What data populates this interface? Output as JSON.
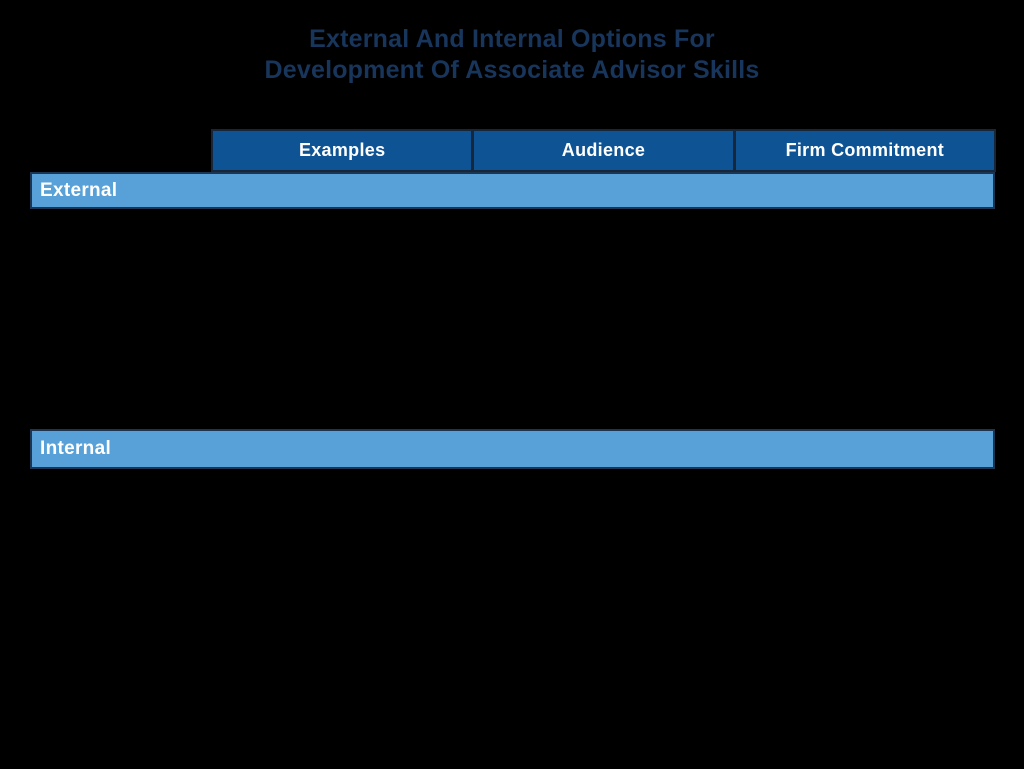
{
  "title": {
    "line1": "External And Internal Options For",
    "line2": "Development Of Associate Advisor Skills"
  },
  "table": {
    "columns": [
      "Examples",
      "Audience",
      "Firm Commitment"
    ],
    "sections": [
      {
        "label": "External"
      },
      {
        "label": "Internal"
      }
    ]
  },
  "chart_data": {
    "type": "table",
    "title": "External And Internal Options For Development Of Associate Advisor Skills",
    "columns": [
      "Examples",
      "Audience",
      "Firm Commitment"
    ],
    "section_headers": [
      "External",
      "Internal"
    ],
    "rows": [],
    "notes": "Table body cells are not visible (rendered black/transparent); only column headers and two section band rows are shown"
  },
  "colors": {
    "background": "#000000",
    "title_text": "#18355B",
    "header_bg": "#0E5494",
    "header_text": "#FFFFFF",
    "section_bg": "#58A1D8",
    "section_text": "#FFFFFF",
    "divider": "#16263B"
  }
}
